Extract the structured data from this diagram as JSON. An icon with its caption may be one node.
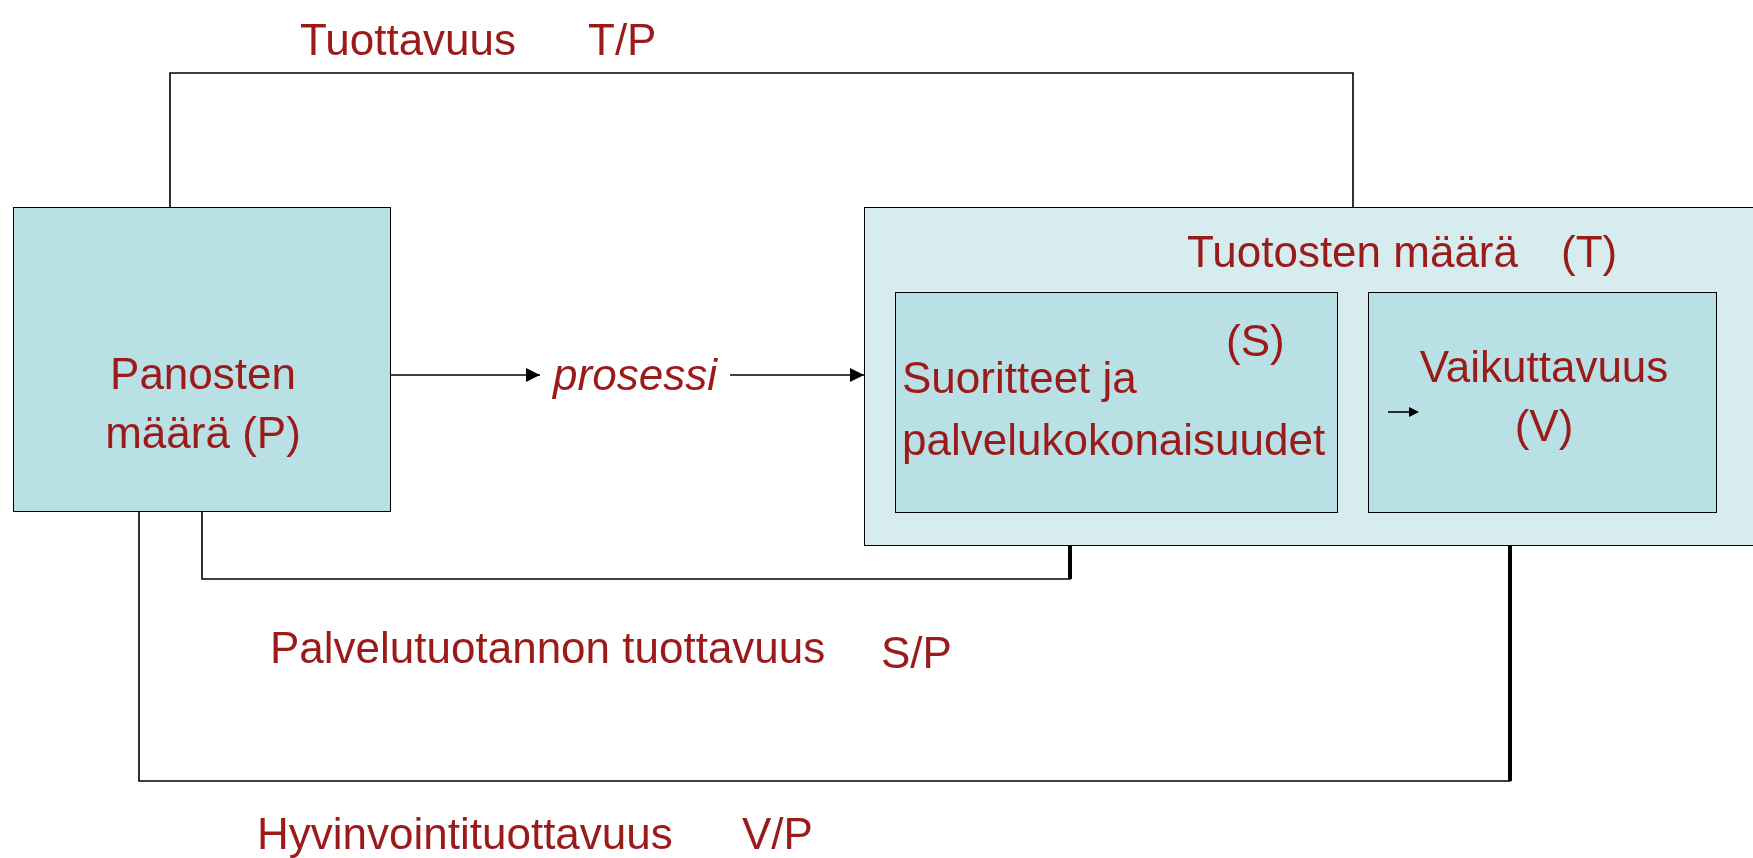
{
  "diagram": {
    "nodes": [
      {
        "text": [
          "Panosten määrä (P)"
        ]
      },
      {
        "text": [
          "prosessi"
        ]
      },
      {
        "text": [
          "Tuotosten määrä",
          "(T)"
        ]
      },
      {
        "text": [
          "(S)",
          "Suoritteet ja palvelukokonaisuudet"
        ],
        "in": 2
      },
      {
        "text": [
          "Vaikuttavuus (V)"
        ],
        "in": 2
      }
    ],
    "edges": [
      {
        "from": 0,
        "to": 1,
        "arrow": "to"
      },
      {
        "from": 1,
        "to": 2,
        "arrow": "to"
      },
      {
        "from": 0,
        "to": 2,
        "arrow": "none"
      },
      {
        "from": 0,
        "to": 3,
        "arrow": "none"
      },
      {
        "from": 0,
        "to": 4,
        "arrow": "none"
      }
    ],
    "labels": [
      "Tuottavuus",
      "T/P",
      "Palvelutuotannon tuottavuus",
      "S/P",
      "Hyvinvointituottavuus",
      "V/P"
    ]
  }
}
